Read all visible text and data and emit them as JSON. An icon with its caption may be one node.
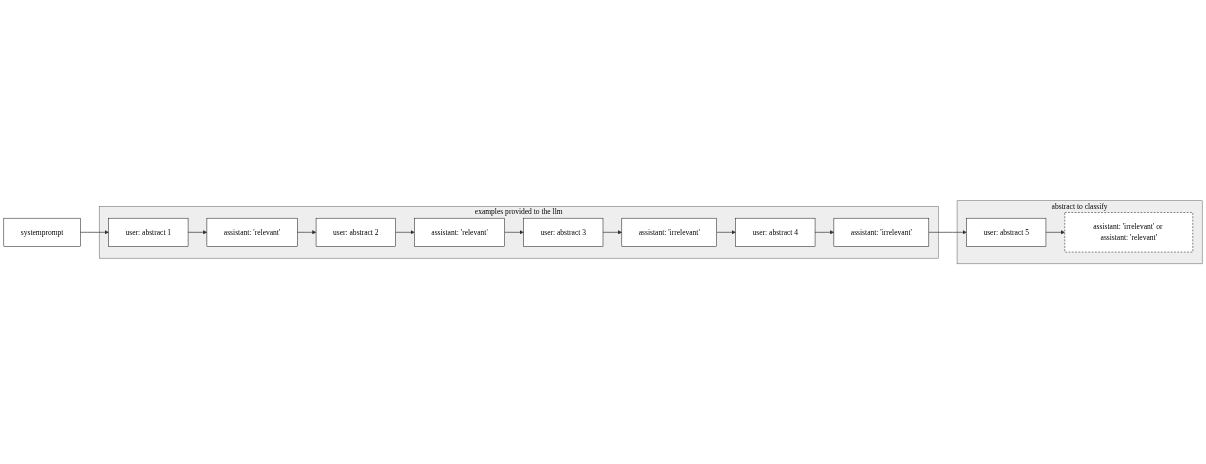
{
  "diagram": {
    "nodes": [
      {
        "text": [
          "systemprompt"
        ]
      },
      {
        "text": [
          "examples provided to the llm"
        ]
      },
      {
        "text": [
          "user: abstract 1"
        ],
        "in": 1
      },
      {
        "text": [
          "assistant: 'relevant'"
        ],
        "in": 1
      },
      {
        "text": [
          "user: abstract 2"
        ],
        "in": 1
      },
      {
        "text": [
          "assistant: 'relevant'"
        ],
        "in": 1
      },
      {
        "text": [
          "user: abstract 3"
        ],
        "in": 1
      },
      {
        "text": [
          "assistant: 'irrelevant'"
        ],
        "in": 1
      },
      {
        "text": [
          "user: abstract 4"
        ],
        "in": 1
      },
      {
        "text": [
          "assistant: 'irrelevant'"
        ],
        "in": 1
      },
      {
        "text": [
          "abstract to classify"
        ]
      },
      {
        "text": [
          "user: abstract 5"
        ],
        "in": 10
      },
      {
        "text": [
          "assistant: 'irrelevant' or assistant: 'relevant'"
        ],
        "in": 10
      }
    ],
    "edges": [
      {
        "from": 0,
        "to": 2,
        "arrow": "to"
      },
      {
        "from": 2,
        "to": 3,
        "arrow": "to"
      },
      {
        "from": 3,
        "to": 4,
        "arrow": "to"
      },
      {
        "from": 4,
        "to": 5,
        "arrow": "to"
      },
      {
        "from": 5,
        "to": 6,
        "arrow": "to"
      },
      {
        "from": 6,
        "to": 7,
        "arrow": "to"
      },
      {
        "from": 7,
        "to": 8,
        "arrow": "to"
      },
      {
        "from": 8,
        "to": 9,
        "arrow": "to"
      },
      {
        "from": 9,
        "to": 11,
        "arrow": "to"
      },
      {
        "from": 11,
        "to": 12,
        "arrow": "to"
      }
    ]
  }
}
